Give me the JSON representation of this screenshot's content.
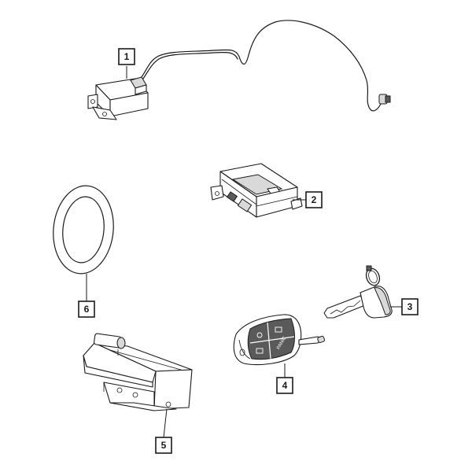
{
  "callouts": {
    "c1": "1",
    "c2": "2",
    "c3": "3",
    "c4": "4",
    "c5": "5",
    "c6": "6"
  },
  "key_fob_button_text": "PANIC",
  "colors": {
    "line": "#1a1a1a",
    "shade": "#d9d9d9",
    "dark": "#5a5a5a",
    "background": "#ffffff"
  }
}
